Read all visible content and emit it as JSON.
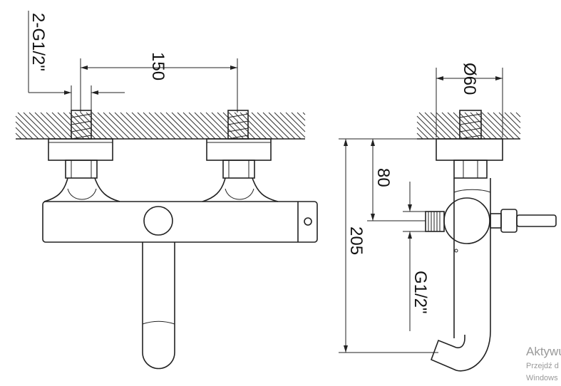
{
  "drawing": {
    "dimensions": {
      "inlet_thread": "2-G1/2\"",
      "spacing": "150",
      "escutcheon_diameter": "Ø60",
      "height_to_outlet": "80",
      "total_height": "205",
      "side_thread": "G1/2\""
    }
  },
  "watermark": {
    "line1": "Aktywu",
    "line2": "Przejdź d",
    "line3": "Windows"
  }
}
